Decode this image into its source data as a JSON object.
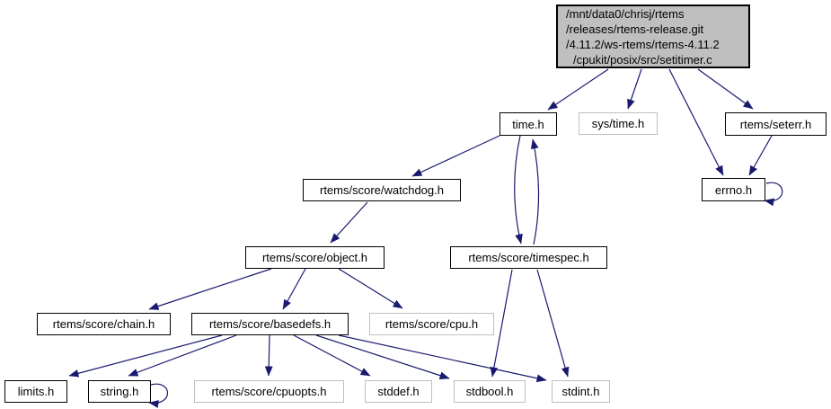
{
  "diagram": {
    "kind": "include-dependency-graph",
    "colors": {
      "edge": "#191970",
      "root_fill": "#bfbfbf",
      "node_fill": "#ffffff",
      "linked_node_border": "#000000",
      "unlinked_node_border": "#bfbfbf",
      "text": "#000000"
    }
  },
  "nodes": {
    "root": {
      "line1": "/mnt/data0/chrisj/rtems",
      "line2": "/releases/rtems-release.git",
      "line3": "/4.11.2/ws-rtems/rtems-4.11.2",
      "line4": "/cpukit/posix/src/setitimer.c"
    },
    "time": {
      "label": "time.h"
    },
    "sys_time": {
      "label": "sys/time.h"
    },
    "seterr": {
      "label": "rtems/seterr.h"
    },
    "errno": {
      "label": "errno.h"
    },
    "watchdog": {
      "label": "rtems/score/watchdog.h"
    },
    "object": {
      "label": "rtems/score/object.h"
    },
    "timespec": {
      "label": "rtems/score/timespec.h"
    },
    "chain": {
      "label": "rtems/score/chain.h"
    },
    "basedefs": {
      "label": "rtems/score/basedefs.h"
    },
    "cpu": {
      "label": "rtems/score/cpu.h"
    },
    "limits": {
      "label": "limits.h"
    },
    "string": {
      "label": "string.h"
    },
    "cpuopts": {
      "label": "rtems/score/cpuopts.h"
    },
    "stddef": {
      "label": "stddef.h"
    },
    "stdbool": {
      "label": "stdbool.h"
    },
    "stdint": {
      "label": "stdint.h"
    }
  },
  "edges": [
    {
      "from": "/cpukit/posix/src/setitimer.c",
      "to": "time.h"
    },
    {
      "from": "/cpukit/posix/src/setitimer.c",
      "to": "sys/time.h"
    },
    {
      "from": "/cpukit/posix/src/setitimer.c",
      "to": "errno.h"
    },
    {
      "from": "/cpukit/posix/src/setitimer.c",
      "to": "rtems/seterr.h"
    },
    {
      "from": "rtems/seterr.h",
      "to": "errno.h"
    },
    {
      "from": "errno.h",
      "to": "errno.h"
    },
    {
      "from": "time.h",
      "to": "rtems/score/watchdog.h"
    },
    {
      "from": "time.h",
      "to": "rtems/score/timespec.h"
    },
    {
      "from": "rtems/score/timespec.h",
      "to": "time.h"
    },
    {
      "from": "rtems/score/timespec.h",
      "to": "stdbool.h"
    },
    {
      "from": "rtems/score/timespec.h",
      "to": "stdint.h"
    },
    {
      "from": "rtems/score/watchdog.h",
      "to": "rtems/score/object.h"
    },
    {
      "from": "rtems/score/object.h",
      "to": "rtems/score/chain.h"
    },
    {
      "from": "rtems/score/object.h",
      "to": "rtems/score/basedefs.h"
    },
    {
      "from": "rtems/score/object.h",
      "to": "rtems/score/cpu.h"
    },
    {
      "from": "rtems/score/basedefs.h",
      "to": "limits.h"
    },
    {
      "from": "rtems/score/basedefs.h",
      "to": "string.h"
    },
    {
      "from": "rtems/score/basedefs.h",
      "to": "rtems/score/cpuopts.h"
    },
    {
      "from": "rtems/score/basedefs.h",
      "to": "stddef.h"
    },
    {
      "from": "rtems/score/basedefs.h",
      "to": "stdbool.h"
    },
    {
      "from": "rtems/score/basedefs.h",
      "to": "stdint.h"
    },
    {
      "from": "string.h",
      "to": "string.h"
    }
  ]
}
